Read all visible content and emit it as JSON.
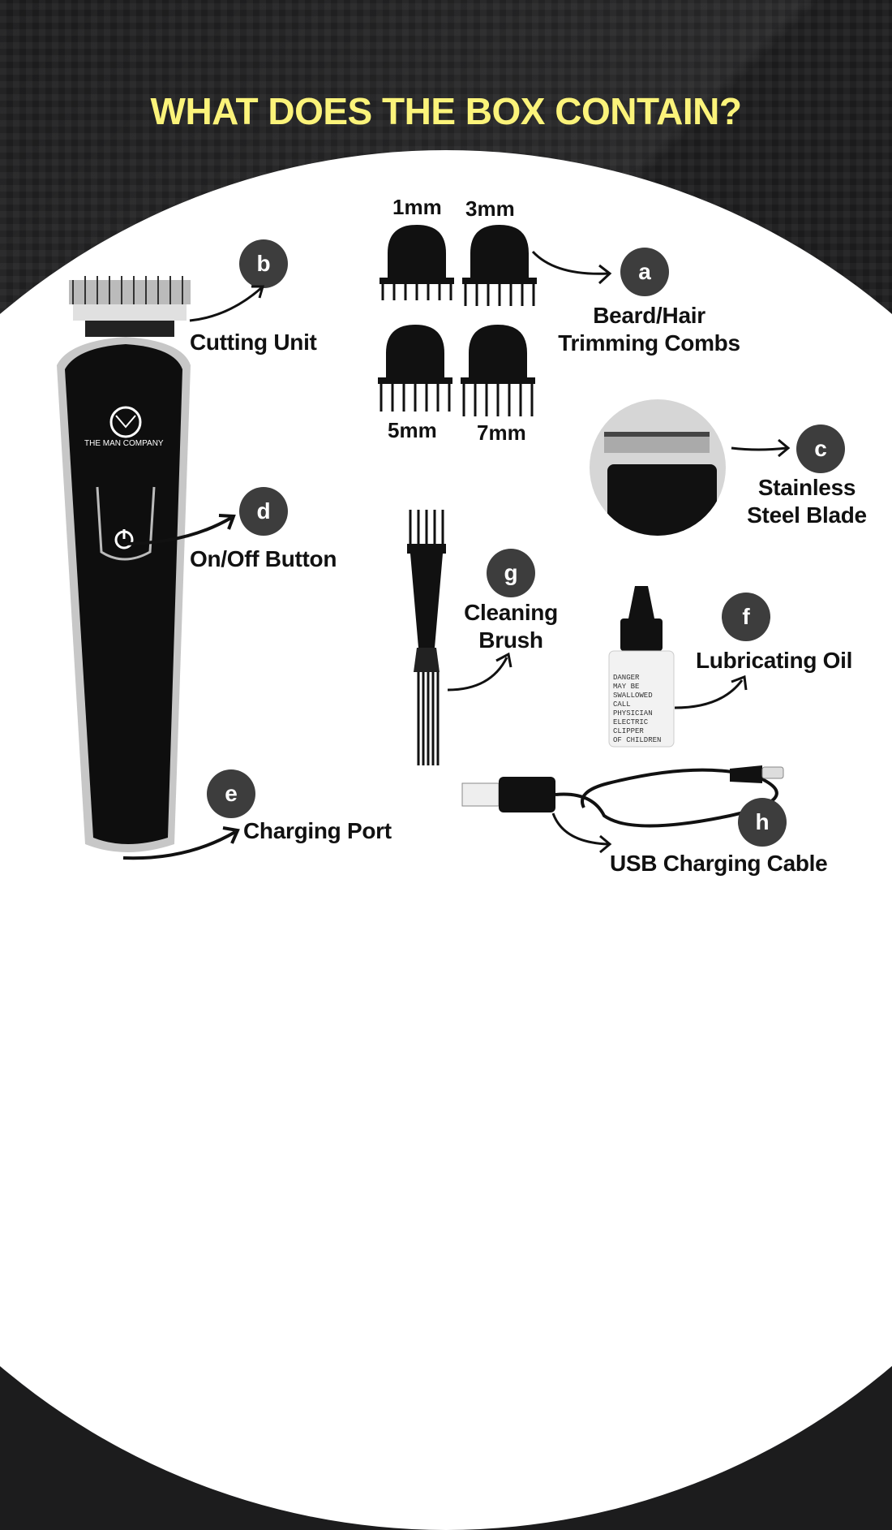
{
  "title": "WHAT DOES THE BOX CONTAIN?",
  "colors": {
    "title": "#fbf37a",
    "badge": "#3d3d3d",
    "background_dark": "#1b1b1c",
    "panel": "#ffffff"
  },
  "brand": {
    "name": "THE MAN COMPANY"
  },
  "items": [
    {
      "badge": "a",
      "label": "Beard/Hair\nTrimming Combs"
    },
    {
      "badge": "b",
      "label": "Cutting Unit"
    },
    {
      "badge": "c",
      "label": "Stainless\nSteel Blade"
    },
    {
      "badge": "d",
      "label": "On/Off Button"
    },
    {
      "badge": "e",
      "label": "Charging Port"
    },
    {
      "badge": "f",
      "label": "Lubricating Oil"
    },
    {
      "badge": "g",
      "label": "Cleaning\nBrush"
    },
    {
      "badge": "h",
      "label": "USB Charging Cable"
    }
  ],
  "comb_sizes": [
    "1mm",
    "3mm",
    "5mm",
    "7mm"
  ],
  "oil_label": [
    "DANGER",
    "MAY BE",
    "SWALLOWED",
    "CALL PHYSICIAN",
    "ELECTRIC CLIPPER",
    "OF CHILDREN"
  ]
}
